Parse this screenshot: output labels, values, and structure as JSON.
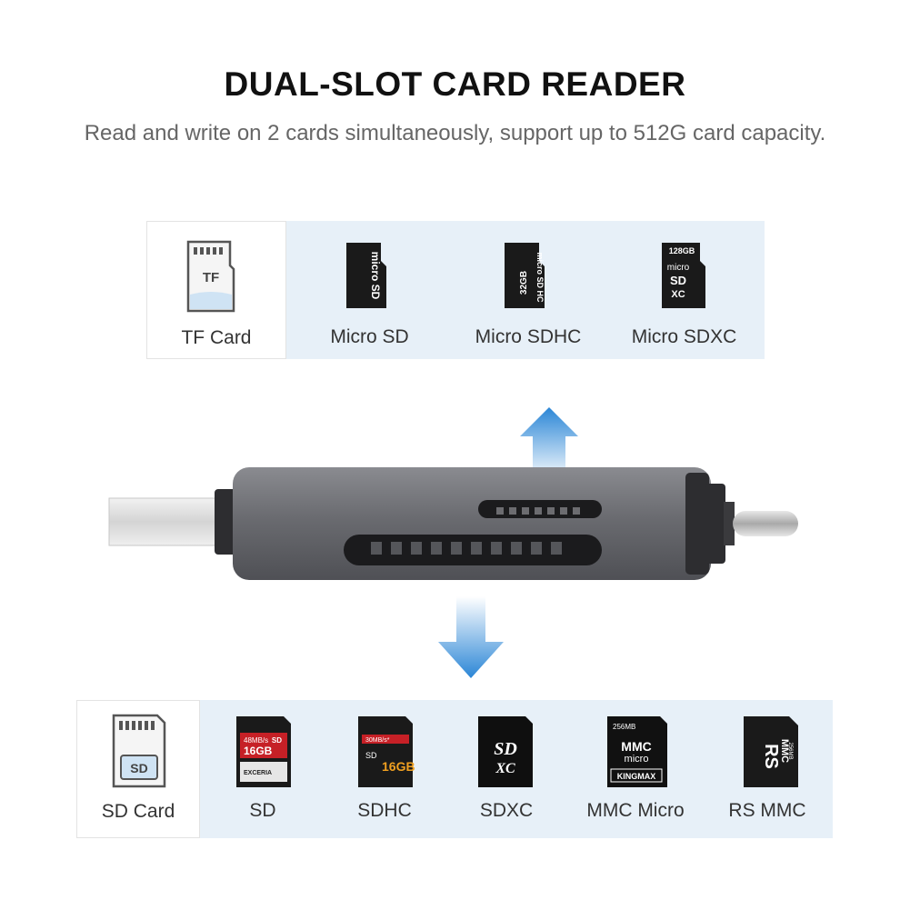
{
  "header": {
    "title": "DUAL-SLOT CARD READER",
    "subtitle": "Read and write on 2 cards simultaneously, support up to 512G card capacity."
  },
  "tf_panel": {
    "items": [
      {
        "label": "TF Card",
        "icon": "tf-card-outline-icon"
      },
      {
        "label": "Micro SD",
        "icon": "micro-sd-card-icon"
      },
      {
        "label": "Micro SDHC",
        "icon": "micro-sdhc-card-icon"
      },
      {
        "label": "Micro SDXC",
        "icon": "micro-sdxc-card-icon"
      }
    ],
    "tf_outline_text": "TF",
    "sdhc_capacity": "32GB",
    "sdxc_capacity": "128GB"
  },
  "sd_panel": {
    "items": [
      {
        "label": "SD Card",
        "icon": "sd-card-outline-icon"
      },
      {
        "label": "SD",
        "icon": "sd-card-icon"
      },
      {
        "label": "SDHC",
        "icon": "sdhc-card-icon"
      },
      {
        "label": "SDXC",
        "icon": "sdxc-card-icon"
      },
      {
        "label": "MMC Micro",
        "icon": "mmc-micro-card-icon"
      },
      {
        "label": "RS MMC",
        "icon": "rs-mmc-card-icon"
      }
    ],
    "sd_outline_text": "SD",
    "sd_speed": "48MB/s",
    "sd_capacity": "16GB",
    "sd_brand": "EXCERIA",
    "sdhc_speed": "30MB/s*",
    "sdhc_capacity": "16GB",
    "sdxc_logo": "SD XC",
    "mmc_capacity": "256MB",
    "mmc_logo_top": "MMC",
    "mmc_logo_bottom": "micro",
    "mmc_brand": "KINGMAX",
    "rsmmc_capacity": "256MB",
    "rsmmc_logo": "RS MMC"
  },
  "colors": {
    "panel_blue": "#e7f0f8",
    "arrow_blue": "#2b86d6",
    "device_gray": "#6d6e73",
    "card_black": "#1a1a1a"
  }
}
